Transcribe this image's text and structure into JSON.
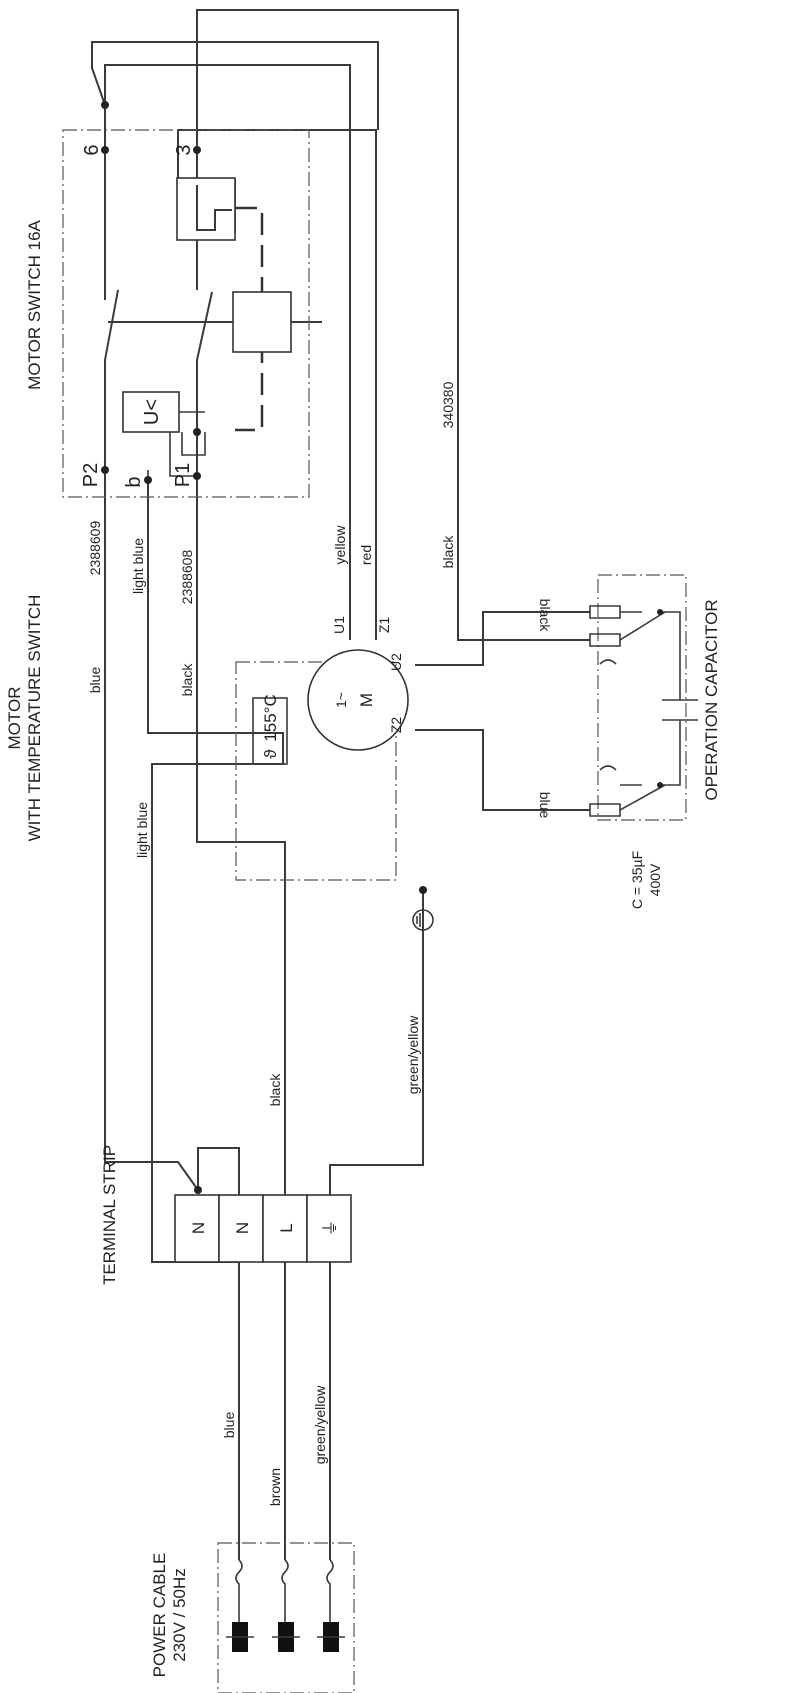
{
  "headings": {
    "motor_switch": "MOTOR SWITCH 16A",
    "motor_line1": "MOTOR",
    "motor_line2": "WITH TEMPERATURE SWITCH",
    "terminal_strip": "TERMINAL STRIP",
    "power_cable_line1": "POWER CABLE",
    "power_cable_line2": "230V / 50Hz",
    "operation_capacitor": "OPERATION CAPACITOR"
  },
  "capacitor": {
    "capacitance": "C = 35µF",
    "voltage": "400V"
  },
  "motor": {
    "symbol": "M",
    "phase": "1~",
    "thermal_switch": "155°C",
    "thermal_symbol": "ϑ",
    "terminals": {
      "u1": "U1",
      "z1": "Z1",
      "u2": "U2",
      "z2": "Z2"
    }
  },
  "switch": {
    "undervoltage": "U<",
    "terminals": {
      "t6": "6",
      "t3": "3",
      "p2": "P2",
      "b": "b",
      "p1": "P1"
    }
  },
  "terminal_strip": {
    "blocks": [
      "N",
      "N",
      "L",
      "⏚"
    ]
  },
  "wires": {
    "blue_top": "blue",
    "code_2388609": "2388609",
    "light_blue_top": "light blue",
    "code_2388608": "2388608",
    "black_mid": "black",
    "yellow": "yellow",
    "red": "red",
    "black_right": "black",
    "code_340380": "340380",
    "light_blue_left": "light blue",
    "black_lower": "black",
    "green_yellow_lower": "green/yellow",
    "cap_black": "black",
    "cap_blue": "blue",
    "blue_cable": "blue",
    "brown_cable": "brown",
    "green_yellow_cable": "green/yellow"
  },
  "symbols": {
    "ground": "⏚"
  },
  "colors": {
    "line": "#3a3a3a",
    "background": "#ffffff"
  }
}
